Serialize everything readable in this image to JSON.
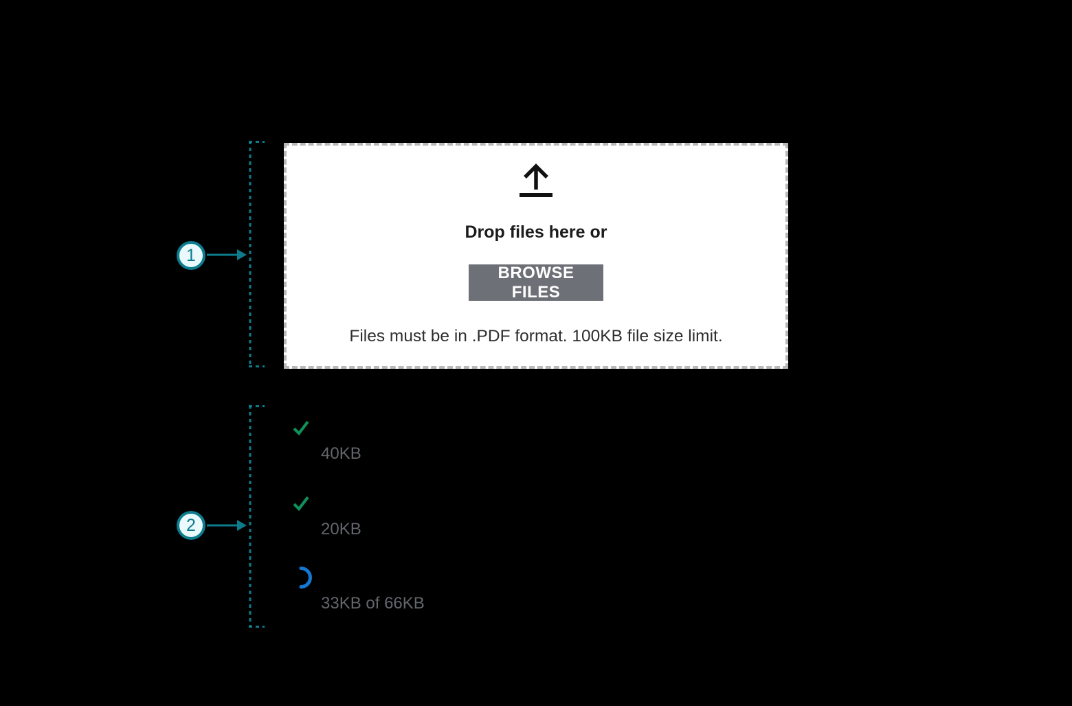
{
  "colors": {
    "page_background": "#000000",
    "accent_teal": "#0d7c8c",
    "callout_fill": "#e9f9fc",
    "dropzone_background": "#ffffff",
    "dropzone_border_gray": "#b9b9b9",
    "button_gray": "#6d7076",
    "button_text": "#ffffff",
    "success_green": "#10915a",
    "progress_blue": "#1478d2",
    "file_size_gray": "#63666b",
    "heading_text": "#1b1b1b",
    "note_text": "#2e2e2e"
  },
  "callouts": [
    {
      "number": "1"
    },
    {
      "number": "2"
    }
  ],
  "dropzone": {
    "icon": "upload-arrow-icon",
    "heading": "Drop files here or",
    "button_label": "BROWSE FILES",
    "note": "Files must be in .PDF format. 100KB file size limit."
  },
  "file_list": {
    "items": [
      {
        "status": "complete",
        "icon": "check-icon",
        "size_label": "40KB"
      },
      {
        "status": "complete",
        "icon": "check-icon",
        "size_label": "20KB"
      },
      {
        "status": "uploading",
        "icon": "spinner-icon",
        "size_label": "33KB of 66KB"
      }
    ]
  }
}
